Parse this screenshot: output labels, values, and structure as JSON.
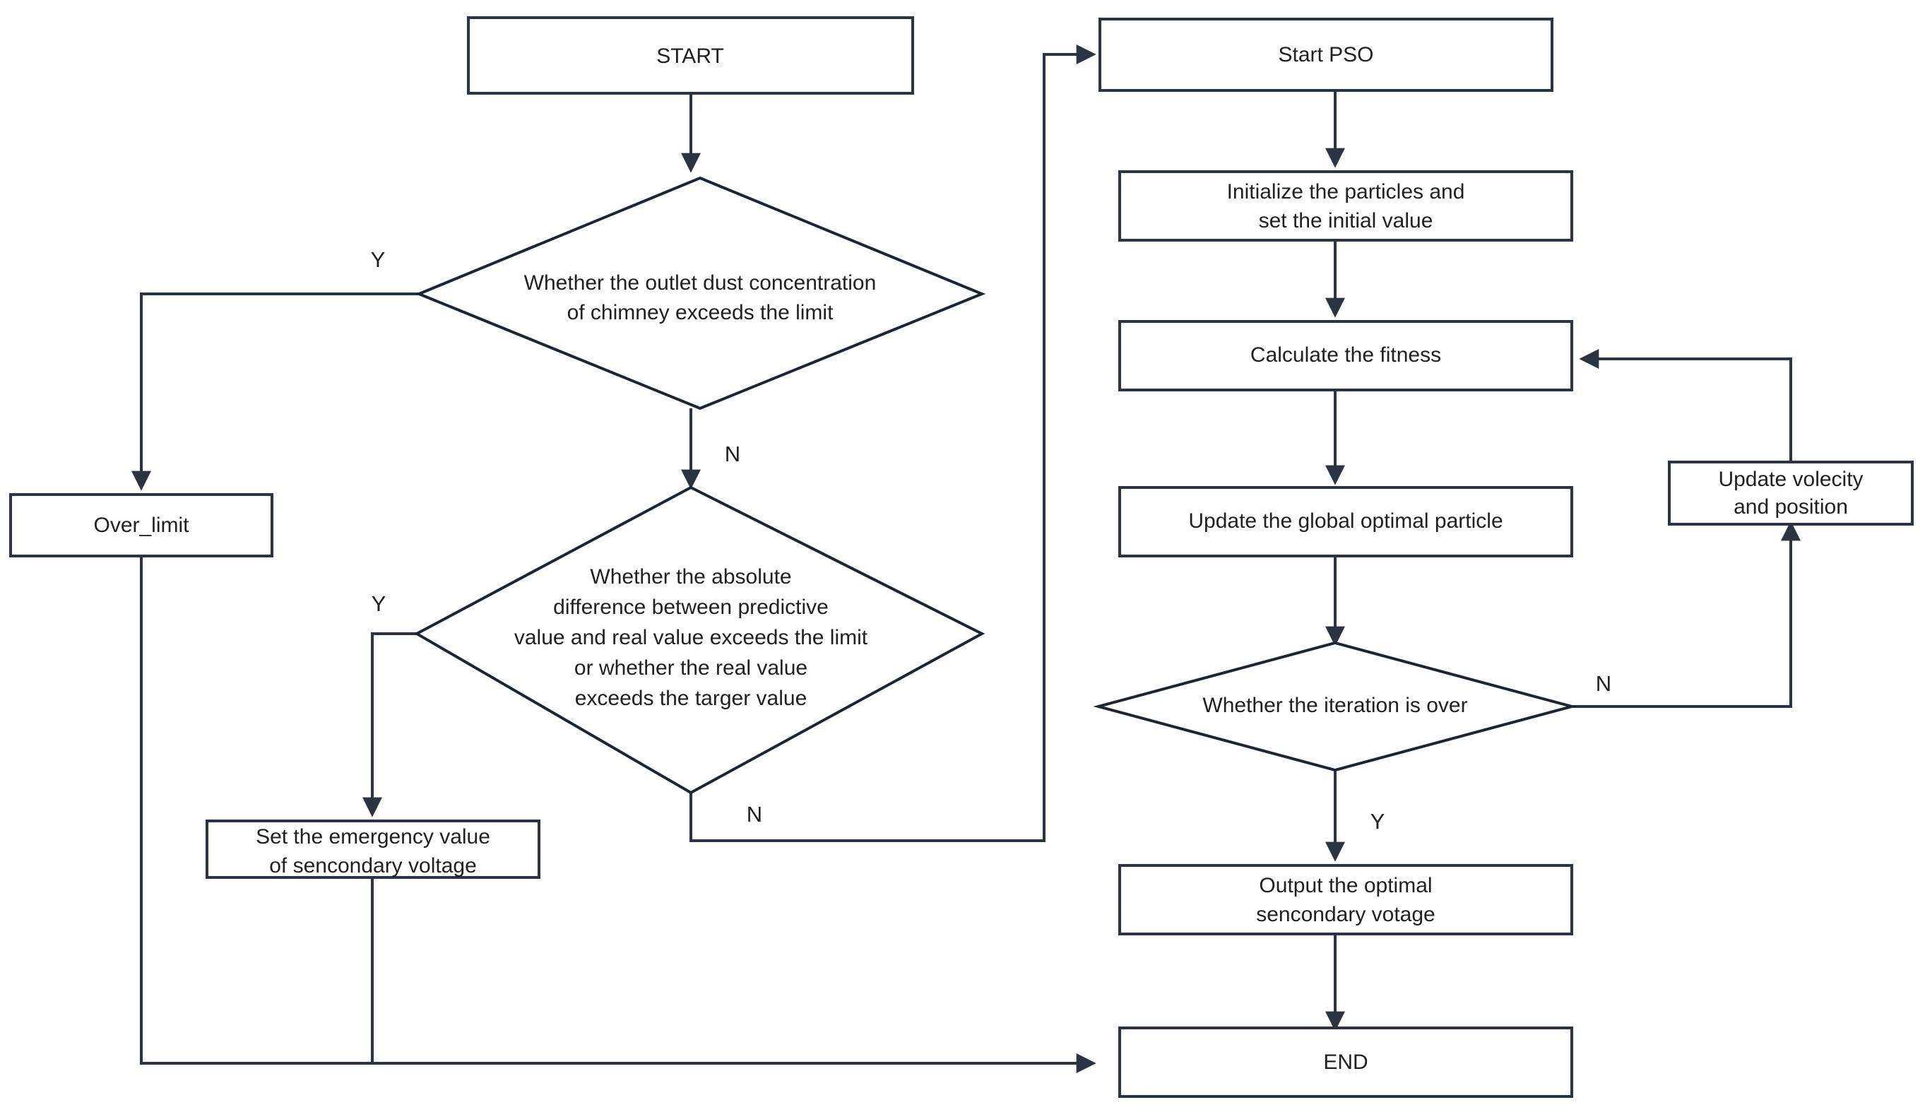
{
  "diagram": {
    "type": "flowchart",
    "title": "",
    "orientation": "two-column",
    "nodes": {
      "start": {
        "label": "START",
        "shape": "rectangle"
      },
      "decision_dust": {
        "label": "Whether the outlet dust concentration of chimney exceeds the limit",
        "shape": "diamond",
        "line1": "Whether the outlet dust concentration",
        "line2": "of chimney exceeds the limit"
      },
      "over_limit": {
        "label": "Over_limit",
        "shape": "rectangle"
      },
      "decision_diff": {
        "label": "Whether the absolute difference between predictive value and real value exceeds the limit or whether the real value exceeds the targer value",
        "shape": "diamond",
        "line1": "Whether the absolute",
        "line2": "difference between predictive",
        "line3": "value and real value exceeds the limit",
        "line4": "or whether the real value",
        "line5": "exceeds the targer value"
      },
      "set_emergency": {
        "label": "Set the emergency value of sencondary voltage",
        "shape": "rectangle",
        "line1": "Set the emergency value",
        "line2": "of sencondary voltage"
      },
      "start_pso": {
        "label": "Start PSO",
        "shape": "rectangle"
      },
      "initialize": {
        "label": "Initialize the particles and set the initial value",
        "shape": "rectangle",
        "line1": "Initialize the particles and",
        "line2": "set the initial value"
      },
      "calculate_fitness": {
        "label": "Calculate the fitness",
        "shape": "rectangle"
      },
      "update_global": {
        "label": "Update the global optimal particle",
        "shape": "rectangle"
      },
      "decision_iteration": {
        "label": "Whether the iteration is over",
        "shape": "diamond"
      },
      "update_velocity": {
        "label": "Update volecity and position",
        "shape": "rectangle",
        "line1": "Update volecity",
        "line2": "and position"
      },
      "output_optimal": {
        "label": "Output the optimal sencondary votage",
        "shape": "rectangle",
        "line1": "Output the optimal",
        "line2": "sencondary votage"
      },
      "end": {
        "label": "END",
        "shape": "rectangle"
      }
    },
    "edge_labels": {
      "dust_yes": "Y",
      "dust_no": "N",
      "diff_yes": "Y",
      "diff_no": "N",
      "iteration_no": "N",
      "iteration_yes": "Y"
    },
    "colors": {
      "stroke": "#2b3440",
      "diamond_stroke": "#1d2630",
      "text": "#231f20",
      "background": "#ffffff"
    }
  }
}
